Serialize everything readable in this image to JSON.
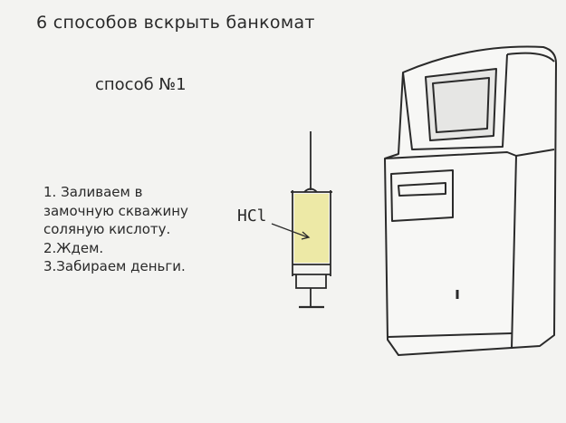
{
  "title": "6 способов вскрыть банкомат",
  "subtitle": "способ №1",
  "steps": [
    "1. Заливаем в",
    "замочную скважину",
    "соляную кислоту.",
    "2.Ждем.",
    "3.Забираем деньги."
  ],
  "label": "HCl",
  "colors": {
    "liquid": "#ede9a6",
    "line": "#2a2a2a",
    "background": "#f3f3f1"
  }
}
